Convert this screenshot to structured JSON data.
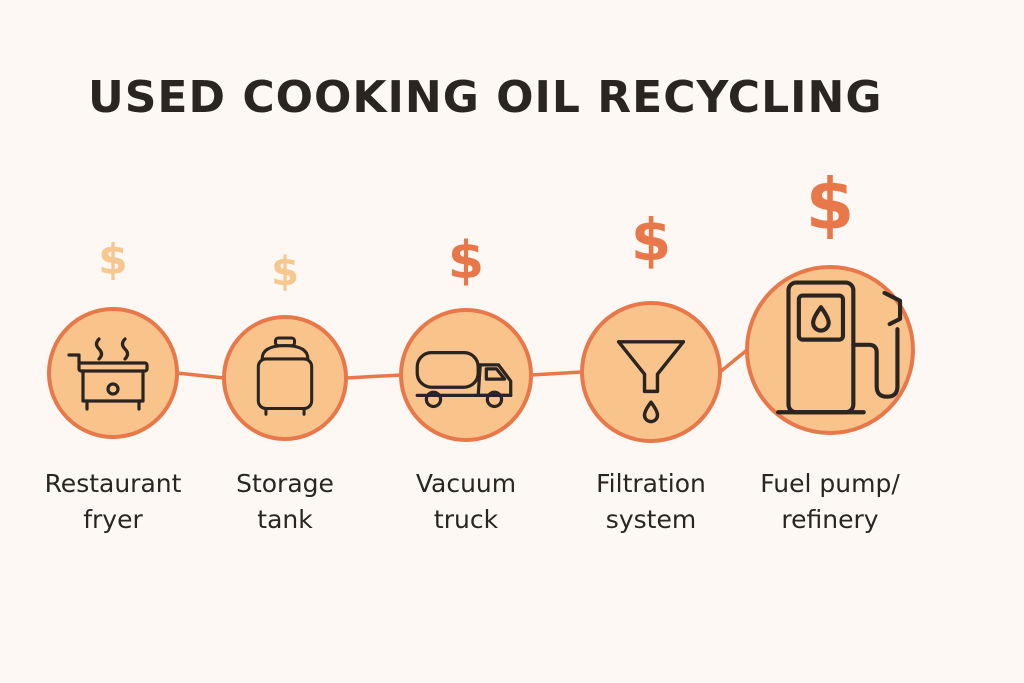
{
  "title": "USED COOKING OIL RECYCLING",
  "dollar_symbol": "$",
  "colors": {
    "background": "#fdf8f3",
    "circle_fill": "#f8c48c",
    "circle_stroke": "#e8784a",
    "connector": "#e8784a",
    "icon_stroke": "#2b2522",
    "dollar_pale": "#f6c78e",
    "dollar_strong": "#e8784a",
    "text": "#2b2522"
  },
  "steps": [
    {
      "id": "restaurant-fryer",
      "icon": "fryer-icon",
      "label_lines": [
        "Restaurant",
        "fryer"
      ],
      "value_level": 1
    },
    {
      "id": "storage-tank",
      "icon": "storage-tank-icon",
      "label_lines": [
        "Storage",
        "tank"
      ],
      "value_level": 1
    },
    {
      "id": "vacuum-truck",
      "icon": "truck-icon",
      "label_lines": [
        "Vacuum",
        "truck"
      ],
      "value_level": 2
    },
    {
      "id": "filtration-system",
      "icon": "funnel-icon",
      "label_lines": [
        "Filtration",
        "system"
      ],
      "value_level": 2
    },
    {
      "id": "fuel-pump-refinery",
      "icon": "fuel-pump-icon",
      "label_lines": [
        "Fuel pump/",
        "refinery"
      ],
      "value_level": 3
    }
  ]
}
